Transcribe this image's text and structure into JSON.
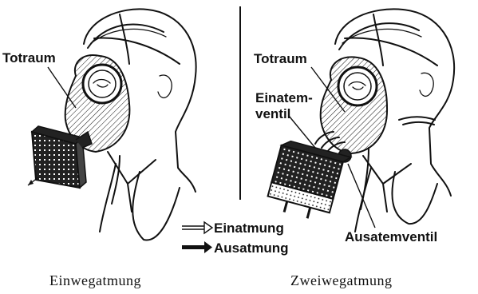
{
  "panels": {
    "left": {
      "callouts": {
        "totraum": "Totraum"
      },
      "caption": "Einwegatmung"
    },
    "right": {
      "callouts": {
        "totraum": "Totraum",
        "einatemventil_line1": "Einatem-",
        "einatemventil_line2": "ventil",
        "ausatemventil": "Ausatemventil"
      },
      "caption": "Zweiwegatmung"
    }
  },
  "legend": {
    "inhale": "Einatmung",
    "exhale": "Ausatmung"
  },
  "colors": {
    "ink": "#111111",
    "paper": "#ffffff"
  }
}
